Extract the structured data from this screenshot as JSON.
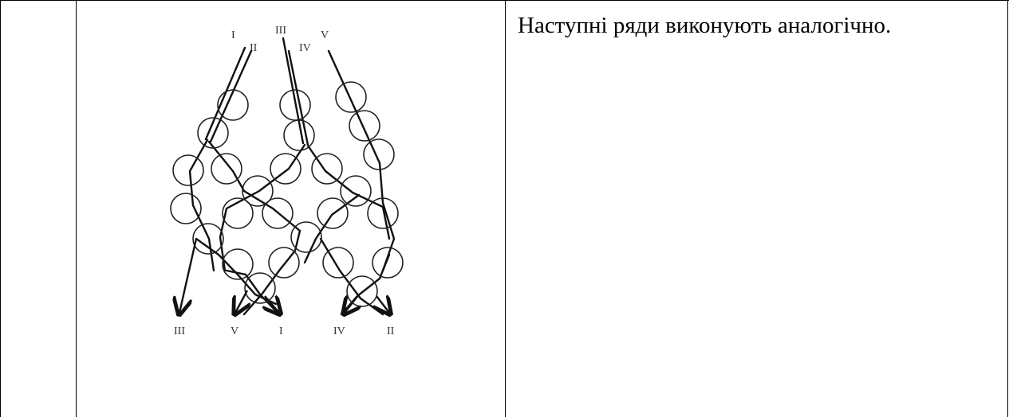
{
  "table": {
    "row_text": "Наступні ряди виконують аналогічно."
  },
  "diagram": {
    "top_labels": [
      "I",
      "II",
      "III",
      "IV",
      "V"
    ],
    "bottom_labels": [
      "III",
      "V",
      "I",
      "IV",
      "II"
    ]
  }
}
